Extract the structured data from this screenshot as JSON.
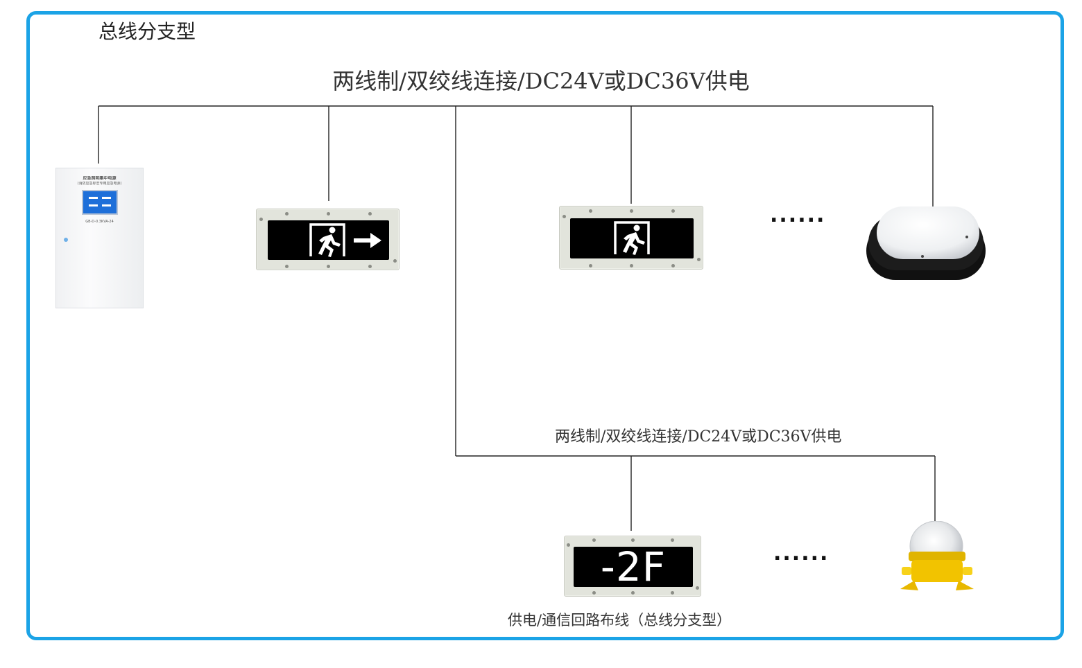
{
  "title": "总线分支型",
  "main_bus_label": "两线制/双绞线连接/DC24V或DC36V供电",
  "branch_bus_label": "两线制/双绞线连接/DC24V或DC36V供电",
  "caption": "供电/通信回路布线（总线分支型）",
  "ellipsis_top": "......",
  "ellipsis_bottom": "......",
  "floor_sign_text": "-2F",
  "cabinet": {
    "label_line1": "应急照明集中电源",
    "label_line2": "(消防应急标志专用应急电源)",
    "model": "GB-D-0.3KVA-24"
  },
  "colors": {
    "frame": "#1ba3e6",
    "wire": "#222222",
    "cabinet_screen": "#1e6fd9",
    "dome_lamp_body": "#f2c300"
  },
  "icons": {
    "exit_sign_arrow": "running-man-exit-arrow-icon",
    "exit_sign_plain": "running-man-exit-icon",
    "oval_lamp": "bulkhead-lamp-icon",
    "dome_lamp": "explosion-proof-dome-lamp-icon"
  }
}
